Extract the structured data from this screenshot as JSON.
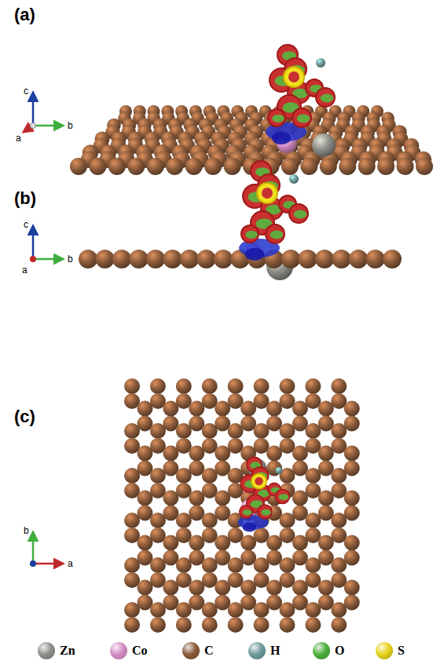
{
  "diagram": {
    "labels": [
      "(a)",
      "c",
      "a",
      "b",
      "(b)",
      "c",
      "a",
      "b",
      "(c)",
      "b",
      "a"
    ],
    "legend": [
      {
        "text": "Zn",
        "color": "#8e8e88"
      },
      {
        "text": "Co",
        "color": "#d48cc4"
      },
      {
        "text": "C",
        "color": "#8a5a3a"
      },
      {
        "text": "H",
        "color": "#6f9a9a"
      },
      {
        "text": "O",
        "color": "#4caf3c"
      },
      {
        "text": "S",
        "color": "#e6d21a"
      }
    ]
  }
}
